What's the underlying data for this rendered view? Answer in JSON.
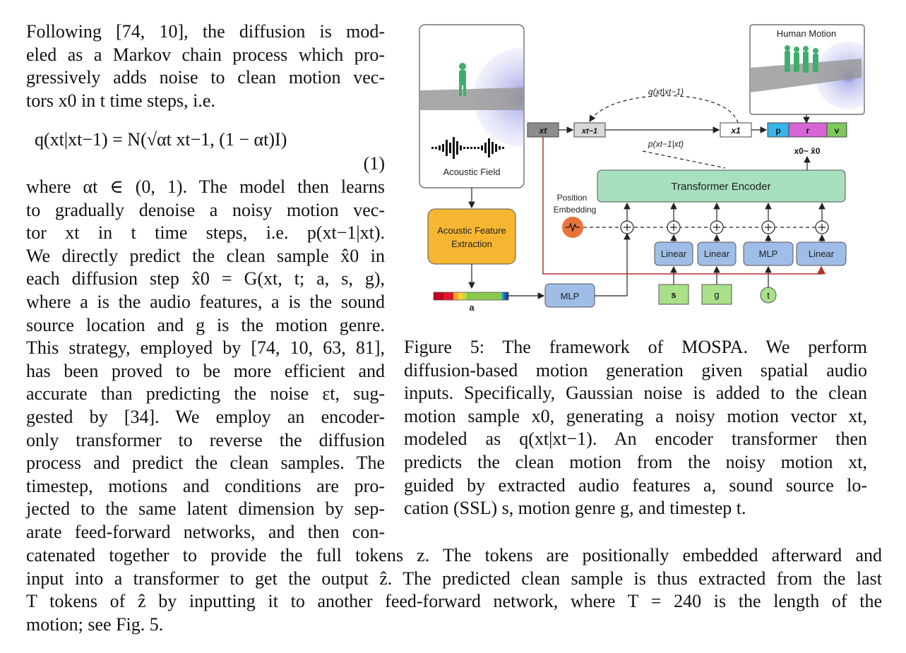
{
  "left_column": {
    "lines": [
      "Following [74, 10], the diffusion is mod-",
      "eled as a Markov chain process which pro-",
      "gressively adds noise to clean motion vec-",
      "tors x0 in t time steps, i.e."
    ],
    "equation": "q(xt|xt−1) = N(√αt xt−1, (1 − αt)I)",
    "equation_number": "(1)",
    "lines_after": [
      "where αt ∈ (0, 1). The model then learns",
      "to gradually denoise a noisy motion vec-",
      "tor xt in t time steps, i.e. p(xt−1|xt).",
      "We directly predict the clean sample x̂0 in",
      "each diffusion step x̂0 = G(xt, t; a, s, g),",
      "where a is the audio features, a is the sound",
      "source location and g is the motion genre.",
      "This strategy, employed by [74, 10, 63, 81],",
      "has been proved to be more efficient and",
      "accurate than predicting the noise εt, sug-",
      "gested by [34]. We employ an encoder-",
      "only transformer to reverse the diffusion",
      "process and predict the clean samples. The",
      "timestep, motions and conditions are pro-",
      "jected to the same latent dimension by sep-",
      "arate feed-forward networks, and then con-"
    ]
  },
  "bottom_lines": [
    "catenated together to provide the full tokens z. The tokens are positionally embedded afterward and",
    "input into a transformer to get the output ẑ. The predicted clean sample is thus extracted from the last",
    "T tokens of ẑ by inputting it to another feed-forward network, where T = 240 is the length of the",
    "motion; see Fig. 5."
  ],
  "caption_lines": [
    "Figure 5: The framework of MOSPA. We perform",
    "diffusion-based motion generation given spatial audio",
    "inputs. Specifically, Gaussian noise is added to the clean",
    "motion sample x0, generating a noisy motion vector xt,",
    "modeled as q(xt|xt−1). An encoder transformer then",
    "predicts the clean motion from the noisy motion xt,",
    "guided by extracted audio features a, sound source lo-",
    "cation (SSL) s, motion genre g, and timestep t."
  ],
  "figure": {
    "acoustic_field_label": "Acoustic Field",
    "human_motion_label": "Human Motion",
    "acoustic_feature_line1": "Acoustic Feature",
    "acoustic_feature_line2": "Extraction",
    "audio_vector_label": "a",
    "mlp_audio_label": "MLP",
    "transformer_label": "Transformer Encoder",
    "position_line1": "Position",
    "position_line2": "Embedding",
    "linear_s_label": "Linear",
    "linear_g_label": "Linear",
    "mlp_t_label": "MLP",
    "linear_x_label": "Linear",
    "s_label": "s",
    "g_label": "g",
    "t_label": "t",
    "xt_label": "xt",
    "xt1_label": "xt−1",
    "x1_label": "x1",
    "q_label": "q(xt|xt−1)",
    "p_label": "p(xt−1|xt)",
    "out_p": "p",
    "out_r": "r",
    "out_v": "v",
    "x0_label": "x0~ x̂0",
    "colors": {
      "transformer": "#a8dfbf",
      "linear": "#9fbde6",
      "condition": "#a9e08a",
      "acoustic_feature": "#f6b632",
      "position_embedding": "#e8743b",
      "arrow_red": "#b2322f",
      "out_p": "#38b6ea",
      "out_r": "#d666d3",
      "out_v": "#7dc95b"
    }
  }
}
